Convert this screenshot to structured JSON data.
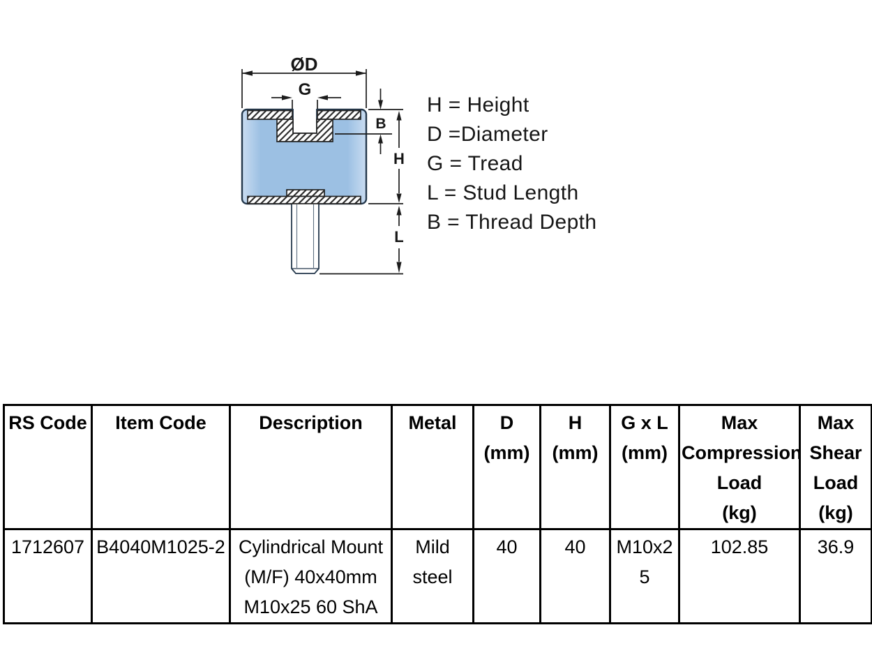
{
  "diagram": {
    "dims": {
      "d": "ØD",
      "g": "G",
      "b": "B",
      "h": "H",
      "l": "L"
    },
    "legend": [
      "H = Height",
      "D =Diameter",
      "G = Tread",
      "L = Stud Length",
      "B = Thread Depth"
    ],
    "colors": {
      "body_light": "#c9dcf1",
      "body_mid": "#9cc0e3",
      "outline": "#24384c",
      "dimension_line": "#1c1c1c",
      "hatch": "#2e2e2e"
    }
  },
  "table": {
    "headers": [
      {
        "lines": [
          "RS Code"
        ]
      },
      {
        "lines": [
          "Item Code"
        ]
      },
      {
        "lines": [
          "Description"
        ]
      },
      {
        "lines": [
          "Metal"
        ]
      },
      {
        "lines": [
          "D",
          "(mm)"
        ]
      },
      {
        "lines": [
          "H",
          "(mm)"
        ]
      },
      {
        "lines": [
          "G x L",
          "(mm)"
        ]
      },
      {
        "lines": [
          "Max",
          "Compression",
          "Load",
          "(kg)"
        ]
      },
      {
        "lines": [
          "Max",
          "Shear",
          "Load",
          "(kg)"
        ]
      }
    ],
    "row": [
      {
        "lines": [
          "1712607"
        ]
      },
      {
        "lines": [
          "B4040M1025-2"
        ]
      },
      {
        "lines": [
          "Cylindrical Mount",
          "(M/F) 40x40mm",
          "M10x25 60 ShA"
        ]
      },
      {
        "lines": [
          "Mild",
          "steel"
        ]
      },
      {
        "lines": [
          "40"
        ]
      },
      {
        "lines": [
          "40"
        ]
      },
      {
        "lines": [
          "M10x2",
          "5"
        ]
      },
      {
        "lines": [
          "102.85"
        ]
      },
      {
        "lines": [
          "36.9"
        ]
      }
    ]
  }
}
